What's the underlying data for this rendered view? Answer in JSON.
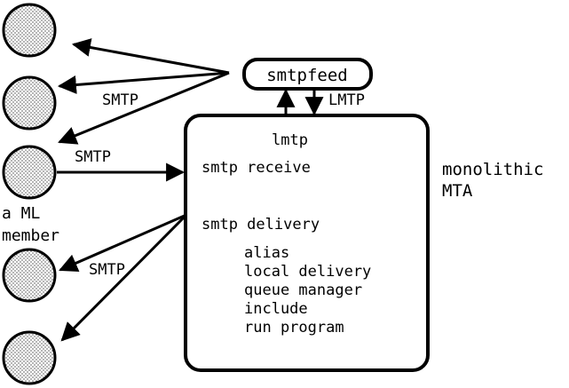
{
  "diagram": {
    "colors": {
      "stroke": "#000000",
      "member_fill": "#ffffff",
      "member_dots": "#000000"
    },
    "ml_member_label_line1": "a ML",
    "ml_member_label_line2": "member",
    "smtpfeed_label": "smtpfeed",
    "lmtp_arrow_label": "LMTP",
    "mta": {
      "label_line1": "monolithic",
      "label_line2": "MTA",
      "lmtp": "lmtp",
      "smtp_receive": "smtp receive",
      "smtp_delivery": "smtp delivery",
      "components": [
        "alias",
        "local delivery",
        "queue manager",
        "include",
        "run program"
      ]
    },
    "smtp_labels": [
      "SMTP",
      "SMTP",
      "SMTP"
    ]
  }
}
